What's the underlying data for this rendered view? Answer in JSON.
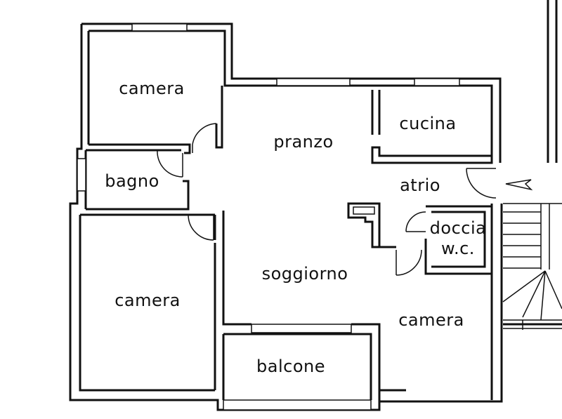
{
  "rooms": {
    "camera_top_left": "camera",
    "bagno": "bagno",
    "camera_bottom_left": "camera",
    "pranzo": "pranzo",
    "cucina": "cucina",
    "atrio": "atrio",
    "soggiorno": "soggiorno",
    "doccia": "doccia",
    "wc": "w.c.",
    "camera_bottom_right": "camera",
    "balcone": "balcone"
  }
}
